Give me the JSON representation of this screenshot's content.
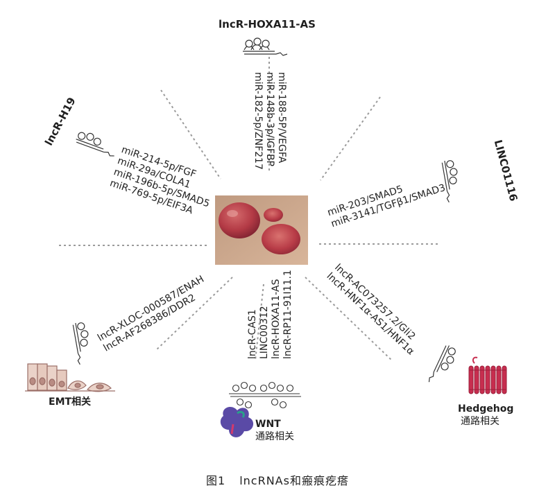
{
  "caption": {
    "figure": "图1",
    "text": "lncRNAs和瘢痕疙瘩"
  },
  "top": {
    "title": "lncR-HOXA11-AS",
    "lines": [
      "miR-188-5P/VEGFA",
      "miR-148b-3p/IGFBP",
      "miR-182-5p/ZNF217"
    ]
  },
  "top_left": {
    "title": "lncR-H19",
    "lines": [
      "miR-214-5p/FGF",
      "miR-29a/COLA1",
      "miR-196b-5p/SMAD5",
      "miR-769-5p/EIF3A"
    ]
  },
  "top_right": {
    "title": "LINC01116",
    "lines": [
      "miR-203/SMAD5",
      "miR-3141/TGFβ1/SMAD3"
    ]
  },
  "bottom_left": {
    "lines": [
      "lncR-XLOC-000587/ENAH",
      "lncR-AF268386/DDR2"
    ],
    "label": "EMT相关"
  },
  "bottom": {
    "lines": [
      "lncR-CAS1",
      "LINC00312",
      "lncR-HOXA11-AS",
      "lncR-RP11-91I11.1"
    ],
    "label_bold": "WNT",
    "label": "通路相关"
  },
  "bottom_right": {
    "lines": [
      "lncR-AC073257.2/Gli2",
      "lncR-HNF1α-AS1/HNF1α"
    ],
    "label_bold": "Hedgehog",
    "label": "通路相关"
  },
  "colors": {
    "tissue": "#b9404a",
    "background_skin": "#caa48a",
    "hedgehog": "#c72e4f",
    "wnt": "#5a4aa6",
    "dash": "#9a9a9a"
  }
}
